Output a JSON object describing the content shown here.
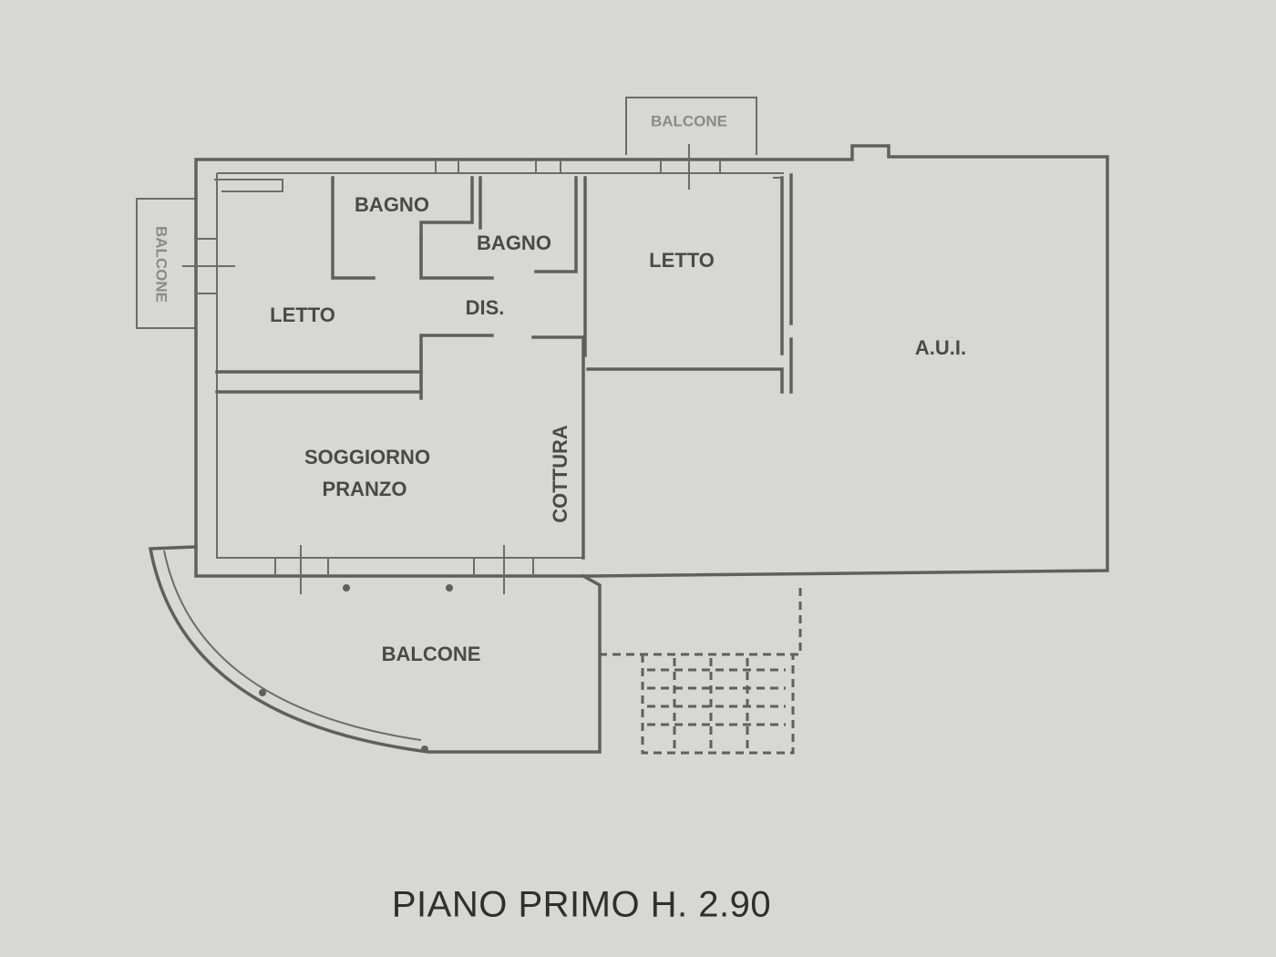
{
  "plan": {
    "title": "PIANO PRIMO H. 2.90",
    "rooms": {
      "balcone_top": "BALCONE",
      "balcone_left": "BALCONE",
      "bagno_1": "BAGNO",
      "bagno_2": "BAGNO",
      "letto_left": "LETTO",
      "letto_right": "LETTO",
      "dis": "DIS.",
      "aui": "A.U.I.",
      "soggiorno_line1": "SOGGIORNO",
      "soggiorno_line2": "PRANZO",
      "cottura": "COTTURA",
      "balcone_bottom": "BALCONE"
    }
  },
  "colors": {
    "paper": "#d7d8d3",
    "wall": "#5f605d",
    "text": "#4a4b48"
  }
}
